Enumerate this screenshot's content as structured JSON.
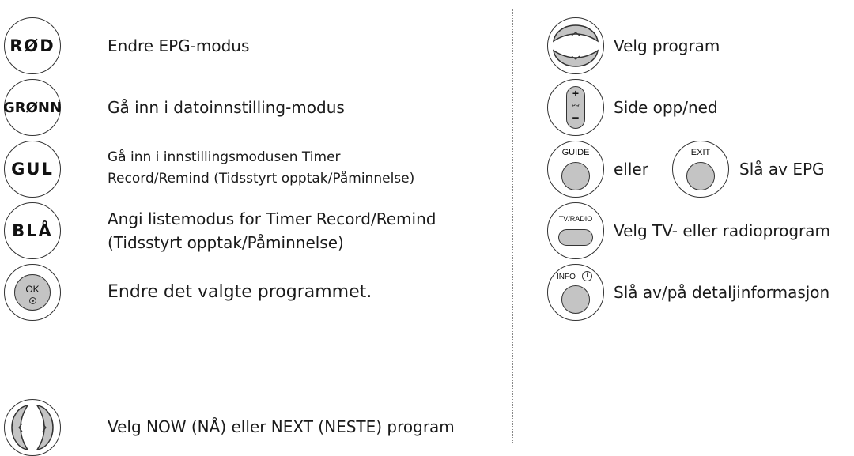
{
  "left": {
    "red": {
      "button_text": "RØD",
      "description": "Endre EPG-modus"
    },
    "green": {
      "button_text": "GRØNN",
      "description": "Gå inn i datoinnstilling-modus"
    },
    "yellow": {
      "button_text": "GUL",
      "description_line1": "Gå inn i innstillingsmodusen Timer",
      "description_line2": "Record/Remind (Tidsstyrt opptak/Påminnelse)"
    },
    "blue": {
      "button_text": "BLÅ",
      "description_line1": "Angi listemodus for Timer Record/Remind",
      "description_line2": "(Tidsstyrt opptak/Påminnelse)"
    },
    "ok": {
      "button_text": "OK",
      "description": "Endre det valgte programmet."
    },
    "leftright": {
      "description": "Velg NOW (NÅ) eller NEXT (NESTE) program"
    }
  },
  "right": {
    "updown": {
      "description": "Velg program"
    },
    "pr": {
      "button_text": "PR",
      "plus": "+",
      "minus": "−",
      "description": "Side opp/ned"
    },
    "guide": {
      "button_text": "GUIDE",
      "connector": "eller",
      "exit_text": "EXIT",
      "description": "Slå av EPG"
    },
    "tvradio": {
      "button_text": "TV/RADIO",
      "description": "Velg TV- eller radioprogram"
    },
    "info": {
      "button_text": "INFO",
      "info_symbol": "i",
      "description": "Slå av/på detaljinformasjon"
    }
  }
}
